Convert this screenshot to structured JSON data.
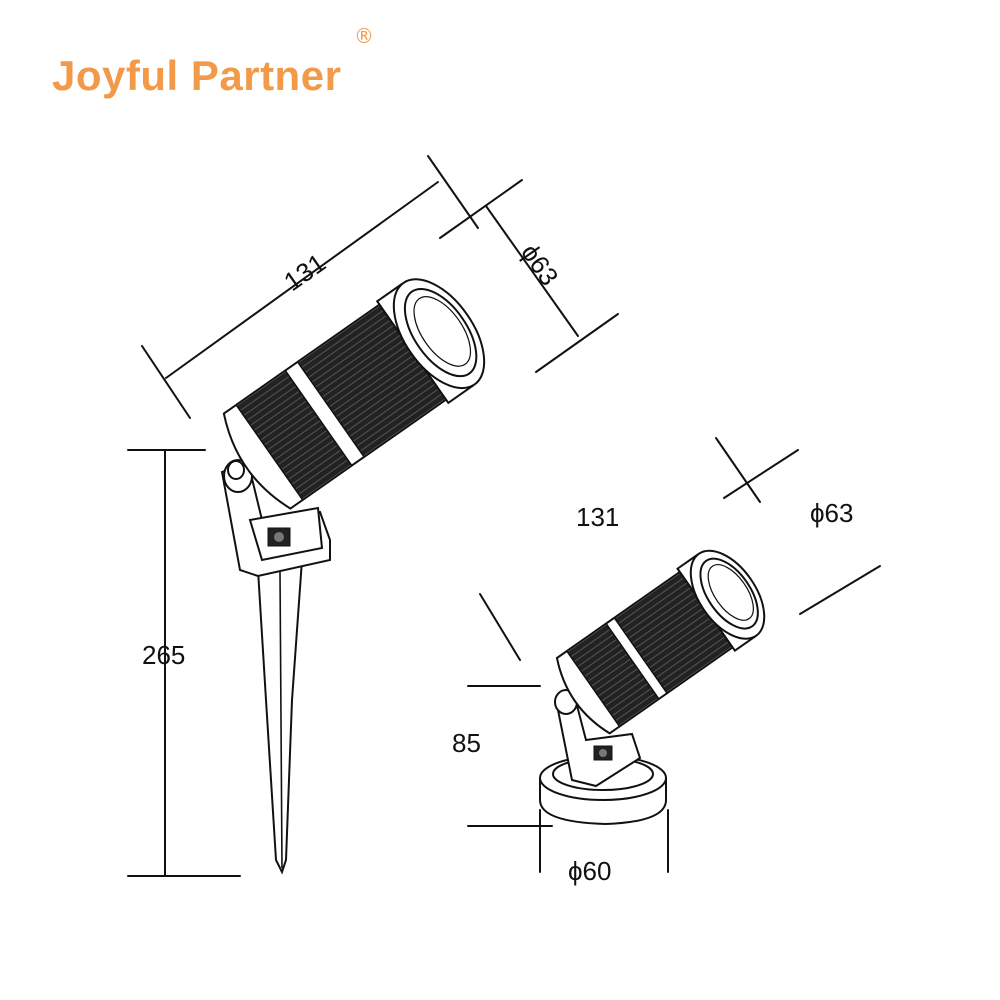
{
  "brand": {
    "name": "Joyful Partner",
    "registered_mark": "®",
    "color": "#f39a4a"
  },
  "spike_light": {
    "length": "131",
    "diameter": "ϕ63",
    "height": "265"
  },
  "base_light": {
    "length": "131",
    "diameter": "ϕ63",
    "height": "85",
    "base_diameter": "ϕ60"
  }
}
